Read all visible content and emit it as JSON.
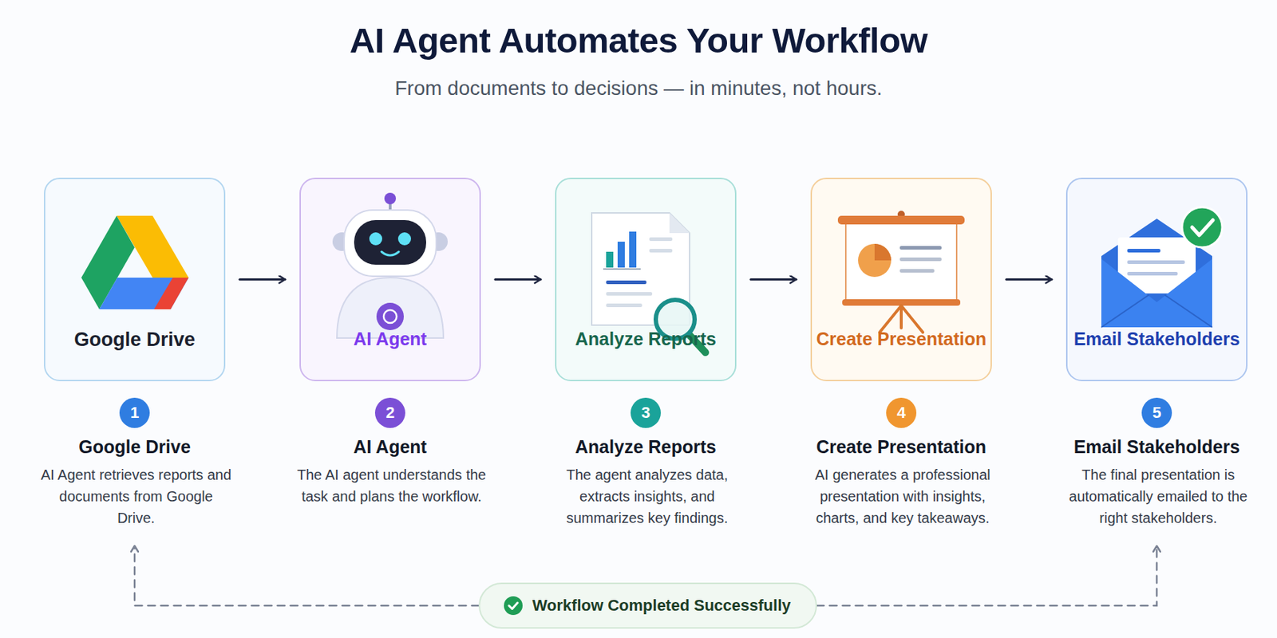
{
  "diagram": {
    "title": "AI Agent Automates Your Workflow",
    "nodes": [
      {
        "text": [
          "Google Drive",
          "Google Drive",
          "AI Agent retrieves reports and documents from Google Drive."
        ]
      },
      {
        "text": [
          "AI Agent",
          "AI Agent",
          "The AI agent understands the task and plans the workflow."
        ]
      },
      {
        "text": [
          "Analyze Reports",
          "Analyze Reports",
          "The agent analyzes data, extracts insights, and summarizes key findings."
        ]
      },
      {
        "text": [
          "Create Presentation",
          "Create Presentation",
          "AI generates a professional presentation with insights, charts, and key takeaways."
        ]
      },
      {
        "text": [
          "Email Stakeholders",
          "Email Stakeholders",
          "The final presentation is automatically emailed to the right stakeholders."
        ]
      },
      {
        "text": [
          "1"
        ]
      },
      {
        "text": [
          "2"
        ]
      },
      {
        "text": [
          "3"
        ]
      },
      {
        "text": [
          "4"
        ]
      },
      {
        "text": [
          "5"
        ]
      },
      {
        "text": [
          "Workflow Completed Successfully"
        ]
      }
    ],
    "edges": [
      {
        "from": 0,
        "to": 1,
        "arrow": "to"
      },
      {
        "from": 1,
        "to": 2,
        "arrow": "to"
      },
      {
        "from": 2,
        "to": 3,
        "arrow": "to"
      },
      {
        "from": 3,
        "to": 4,
        "arrow": "to"
      },
      {
        "from": 10,
        "to": 0,
        "arrow": "to"
      },
      {
        "from": 10,
        "to": 4,
        "arrow": "to"
      }
    ],
    "labels": [
      "From documents to decisions — in minutes, not hours."
    ]
  }
}
